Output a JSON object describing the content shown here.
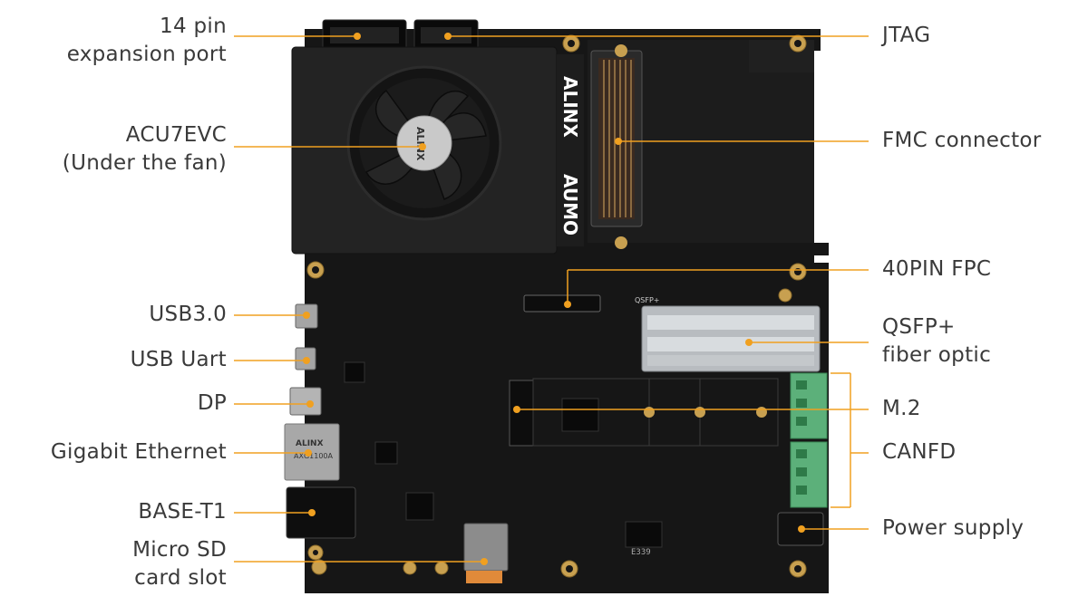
{
  "colors": {
    "leader": "#f0a020",
    "board": "#1a1a1a",
    "heatsink": "#252525",
    "text": "#3a3a3a",
    "mount_hole": "#c8a050",
    "terminal_green": "#5cb07a"
  },
  "board_text": {
    "brand": "ALINX",
    "model": "AUMO",
    "fan_hub": "ALINX",
    "ethernet_brand": "ALINX",
    "ethernet_part": "AXG1100A",
    "qsfp_silk": "QSFP+",
    "pcb_code": "E339"
  },
  "labels_left": [
    {
      "id": "14pin",
      "lines": [
        "14 pin",
        "expansion port"
      ]
    },
    {
      "id": "acu7evc",
      "lines": [
        "ACU7EVC",
        "(Under the fan)"
      ]
    },
    {
      "id": "usb30",
      "lines": [
        "USB3.0"
      ]
    },
    {
      "id": "usbuart",
      "lines": [
        "USB Uart"
      ]
    },
    {
      "id": "dp",
      "lines": [
        "DP"
      ]
    },
    {
      "id": "ethernet",
      "lines": [
        "Gigabit Ethernet"
      ]
    },
    {
      "id": "baset1",
      "lines": [
        "BASE-T1"
      ]
    },
    {
      "id": "microsd",
      "lines": [
        "Micro SD",
        "card slot"
      ]
    }
  ],
  "labels_right": [
    {
      "id": "jtag",
      "lines": [
        "JTAG"
      ]
    },
    {
      "id": "fmc",
      "lines": [
        "FMC connector"
      ]
    },
    {
      "id": "fpc",
      "lines": [
        "40PIN FPC"
      ]
    },
    {
      "id": "qsfp",
      "lines": [
        "QSFP+",
        "fiber optic"
      ]
    },
    {
      "id": "m2",
      "lines": [
        "M.2"
      ]
    },
    {
      "id": "canfd",
      "lines": [
        "CANFD"
      ]
    },
    {
      "id": "power",
      "lines": [
        "Power supply"
      ]
    }
  ]
}
